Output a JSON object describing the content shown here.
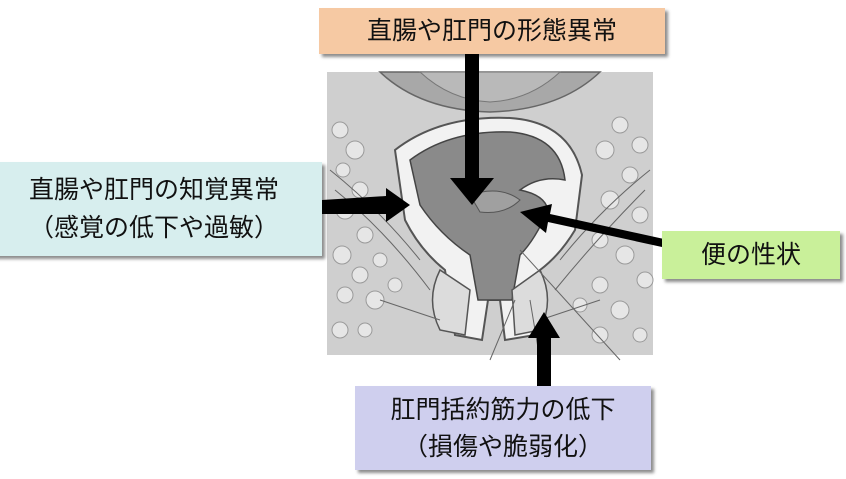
{
  "labels": {
    "top": {
      "text": "直腸や肛門の形態異常",
      "bg": "#f6c9a3"
    },
    "left": {
      "line1": "直腸や肛門の知覚異常",
      "line2": "（感覚の低下や過敏）",
      "bg": "#d7eeee"
    },
    "right": {
      "text": "便の性状",
      "bg": "#c9f09a"
    },
    "bottom": {
      "line1": "肛門括約筋力の低下",
      "line2": "（損傷や脆弱化）",
      "bg": "#cfcfee"
    }
  },
  "colors": {
    "arrow": "#000000"
  }
}
